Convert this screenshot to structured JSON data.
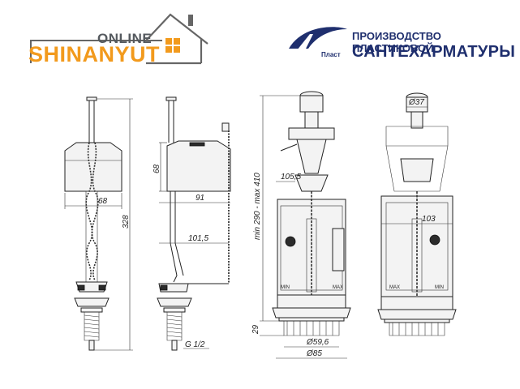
{
  "brand": {
    "online": "ONLINE",
    "name": "SHINANYUT",
    "accent_color": "#f29a1d",
    "text_color": "#555a5f"
  },
  "maker": {
    "logo_text": "Пласт",
    "line1": "ПРОИЗВОДСТВО ПЛАСТИКОВОЙ",
    "line2": "САНТЕХАРМАТУРЫ",
    "color": "#1f2f6e"
  },
  "fill_valve": {
    "dim_float_width": "68",
    "dim_total_height": "328",
    "dim_float_height": "68",
    "dim_reach": "91",
    "dim_arm": "101,5",
    "dim_thread": "G 1/2"
  },
  "drain_valve": {
    "dim_height_range": "min 290 - max 410",
    "dim_overflow": "105,5",
    "dim_base": "29",
    "dim_outlet": "Ø59,6",
    "dim_flange": "Ø85",
    "dim_button": "Ø37",
    "dim_body_width": "103",
    "max_label": "MAX",
    "min_label": "MIN"
  }
}
